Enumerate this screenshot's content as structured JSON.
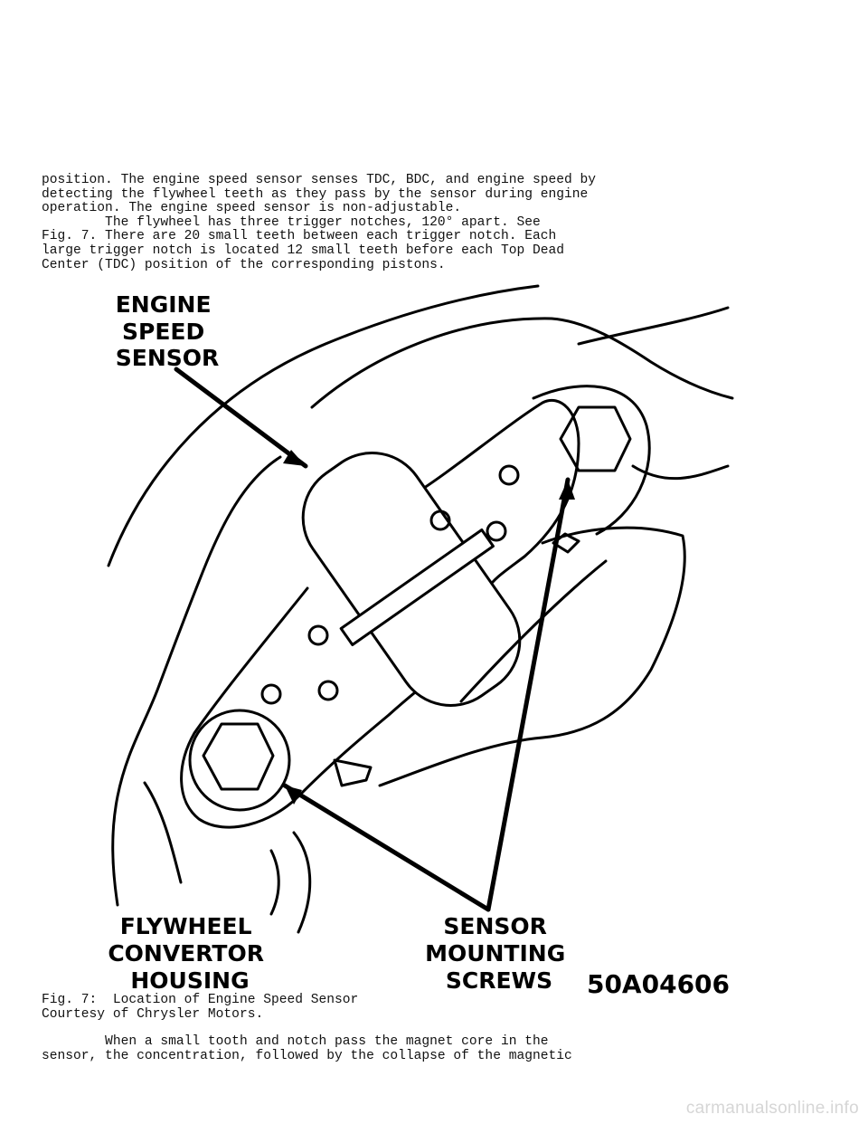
{
  "intro_lines": [
    "position. The engine speed sensor senses TDC, BDC, and engine speed by",
    "detecting the flywheel teeth as they pass by the sensor during engine",
    "operation. The engine speed sensor is non-adjustable.",
    "        The flywheel has three trigger notches, 120° apart. See",
    "Fig. 7. There are 20 small teeth between each trigger notch. Each",
    "large trigger notch is located 12 small teeth before each Top Dead",
    "Center (TDC) position of the corresponding pistons."
  ],
  "figure": {
    "label_engine_speed_sensor": [
      "ENGINE",
      "SPEED",
      "SENSOR"
    ],
    "label_flywheel_housing": [
      "FLYWHEEL",
      "CONVERTOR",
      "HOUSING"
    ],
    "label_mounting_screws": [
      "SENSOR",
      "MOUNTING",
      "SCREWS"
    ],
    "figure_code": "50A04606"
  },
  "caption_lines": [
    "Fig. 7:  Location of Engine Speed Sensor",
    "Courtesy of Chrysler Motors."
  ],
  "body_lines": [
    "        When a small tooth and notch pass the magnet core in the",
    "sensor, the concentration, followed by the collapse of the magnetic"
  ],
  "watermark": "carmanualsonline.info"
}
